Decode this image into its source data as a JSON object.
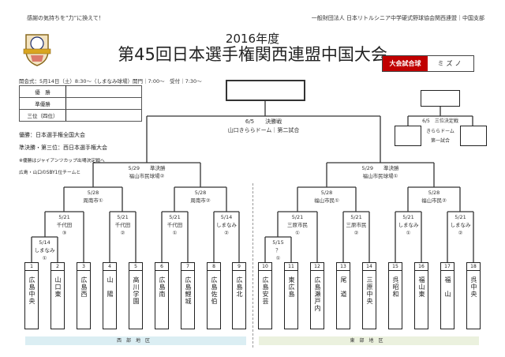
{
  "header": {
    "slogan": "感謝の気持ちを”力”に換えて！",
    "organization": "一般財団法人 日本リトルシニア中学硬式野球協会関西連盟｜中国支部",
    "year": "2016年度",
    "title": "第45回日本選手権関西連盟中国大会",
    "ball_label": "大会試合球",
    "ball_value": "ミズノ",
    "opening": "開会式：5月14日（土）8:30～（しまなみ球場）開門｜7:00～　受付｜7:30～"
  },
  "results": [
    "優　勝",
    "準優勝",
    "三位（四位）"
  ],
  "notes": [
    "優勝：日本選手権全国大会",
    "準決勝・第三位：西日本選手権大会",
    "※優勝はジャイアンツカップ出場決定戦へ",
    "広島・山口のSBY1位チームと"
  ],
  "final": {
    "date": "6/5",
    "name": "決勝戦",
    "venue": "山口きららドーム｜第二試合"
  },
  "third_place": {
    "date": "6/5",
    "name": "三位決定戦",
    "venue": "きららドーム",
    "game": "第一試合"
  },
  "matches": {
    "w_r1": [
      "5/14",
      "しまなみ",
      "①"
    ],
    "w_r2a": [
      "5/21",
      "千代田",
      "③"
    ],
    "w_r2b": [
      "5/21",
      "千代田",
      "②"
    ],
    "w_r2c": [
      "5/21",
      "千代田",
      "①"
    ],
    "w_r2d": [
      "5/14",
      "しまなみ",
      "②"
    ],
    "w_qf1": [
      "5/28",
      "周南市①"
    ],
    "w_qf2": [
      "5/28",
      "周南市②"
    ],
    "w_sf": [
      "5/29　　準決勝",
      "福山市民球場②"
    ],
    "e_r1": [
      "5/15",
      "？",
      "①"
    ],
    "e_r2a": [
      "5/21",
      "三原市民",
      "①"
    ],
    "e_r2b": [
      "5/21",
      "三原市民",
      "②"
    ],
    "e_r2c": [
      "5/21",
      "しまなみ",
      "①"
    ],
    "e_r2d": [
      "5/21",
      "しまなみ",
      "②"
    ],
    "e_qf1": [
      "5/28",
      "福山市民①"
    ],
    "e_qf2": [
      "5/28",
      "福山市民②"
    ],
    "e_sf": [
      "5/29　　準決勝",
      "福山市民球場①"
    ]
  },
  "teams": [
    {
      "no": "1",
      "name": "広島中央"
    },
    {
      "no": "2",
      "name": "山口東"
    },
    {
      "no": "3",
      "name": "広島西"
    },
    {
      "no": "4",
      "name": "山　陽"
    },
    {
      "no": "5",
      "name": "高川学園"
    },
    {
      "no": "6",
      "name": "広島南"
    },
    {
      "no": "7",
      "name": "広島鯉城"
    },
    {
      "no": "8",
      "name": "広島佐伯"
    },
    {
      "no": "9",
      "name": "広島北"
    },
    {
      "no": "10",
      "name": "広島安芸"
    },
    {
      "no": "11",
      "name": "東広島"
    },
    {
      "no": "12",
      "name": "広島瀬戸内"
    },
    {
      "no": "13",
      "name": "尾　道"
    },
    {
      "no": "14",
      "name": "三原中央"
    },
    {
      "no": "15",
      "name": "呉昭和"
    },
    {
      "no": "16",
      "name": "福山東"
    },
    {
      "no": "17",
      "name": "福　山"
    },
    {
      "no": "18",
      "name": "呉中央"
    }
  ],
  "regions": {
    "west": "西部地区",
    "east": "東部地区",
    "west_color": "#dbeef3",
    "east_color": "#ebf1de"
  },
  "colors": {
    "ball_label_bg": "#c00000"
  }
}
